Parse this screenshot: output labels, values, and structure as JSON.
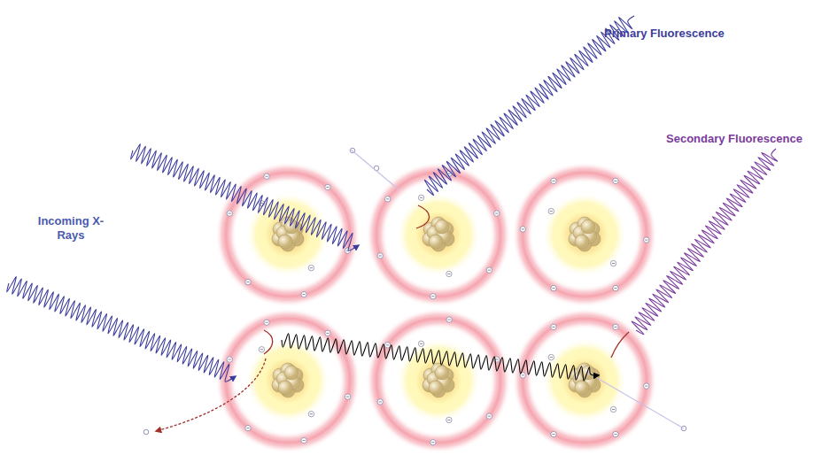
{
  "diagram": {
    "labels": [
      "Primary Fluorescence",
      "Secondary Fluorescence",
      "Incoming X-Rays"
    ]
  }
}
